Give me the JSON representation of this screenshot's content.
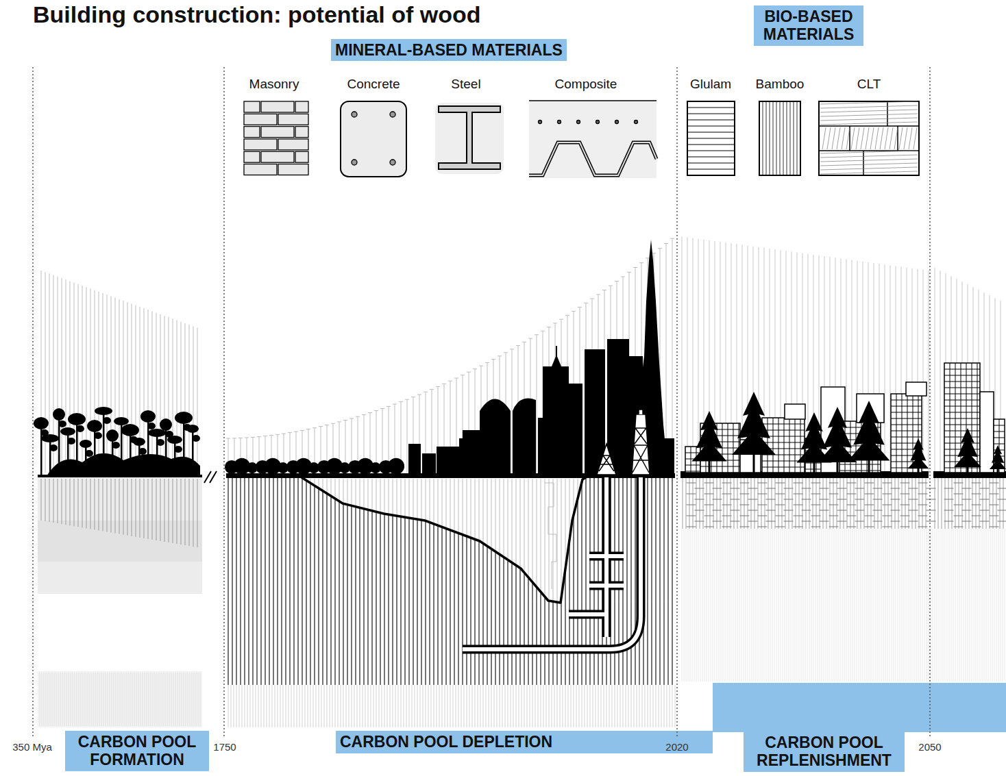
{
  "diagram": {
    "title": "Building construction: potential of wood",
    "nodes": [
      {
        "text": [
          "BIO-BASED MATERIALS"
        ]
      },
      {
        "text": [
          "MINERAL-BASED MATERIALS"
        ]
      },
      {
        "text": [
          "CARBON POOL FORMATION"
        ]
      },
      {
        "text": [
          "CARBON POOL DEPLETION"
        ]
      },
      {
        "text": [
          "CARBON POOL REPLENISHMENT"
        ]
      }
    ],
    "labels": [
      "Masonry",
      "Concrete",
      "Steel",
      "Composite",
      "Glulam",
      "Bamboo",
      "CLT",
      "350 Mya",
      "1750",
      "2020",
      "2050"
    ]
  }
}
